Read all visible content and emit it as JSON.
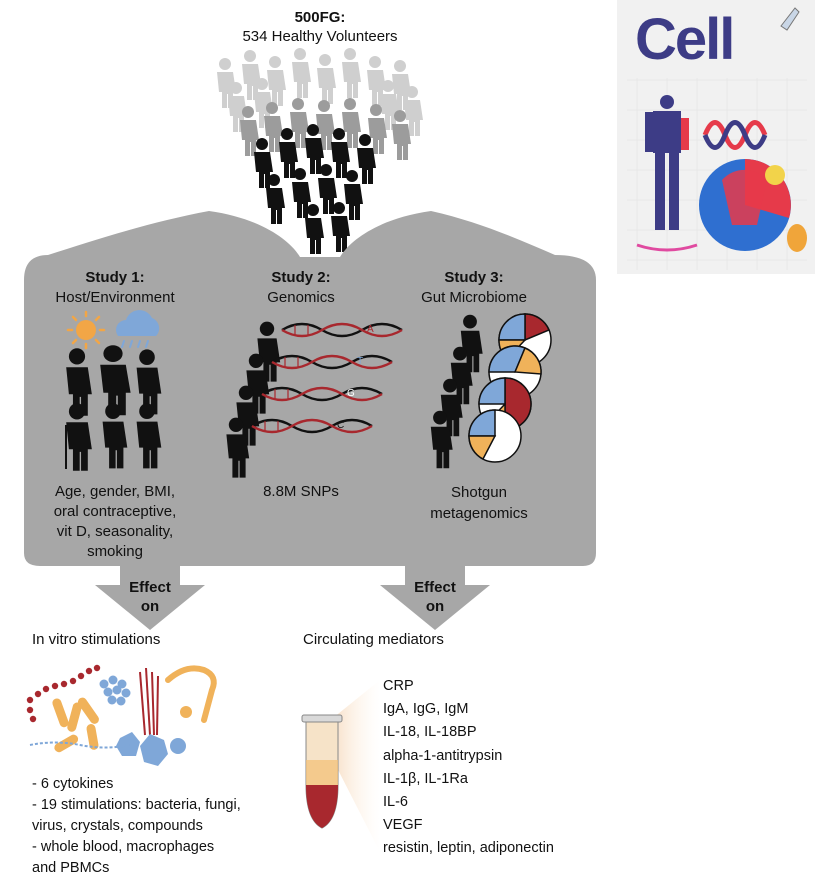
{
  "header": {
    "title": "500FG:",
    "subtitle": "534 Healthy Volunteers"
  },
  "studies": [
    {
      "heading": "Study 1:",
      "topic": "Host/Environment",
      "factors": [
        "Age, gender, BMI,",
        "oral contraceptive,",
        "vit D, seasonality,",
        "smoking"
      ]
    },
    {
      "heading": "Study 2:",
      "topic": "Genomics",
      "factors": [
        "8.8M SNPs"
      ]
    },
    {
      "heading": "Study 3:",
      "topic": "Gut Microbiome",
      "factors": [
        "Shotgun",
        "metagenomics"
      ]
    }
  ],
  "dna_letters": [
    "A",
    "T",
    "G",
    "C"
  ],
  "arrows": [
    {
      "line1": "Effect",
      "line2": "on"
    },
    {
      "line1": "Effect",
      "line2": "on"
    }
  ],
  "outputs": {
    "in_vitro": {
      "title": "In vitro stimulations",
      "items": [
        "- 6 cytokines",
        "- 19 stimulations: bacteria, fungi,",
        "virus, crystals, compounds",
        "- whole blood, macrophages",
        "and PBMCs"
      ]
    },
    "circulating": {
      "title": "Circulating mediators",
      "items": [
        "CRP",
        "IgA, IgG, IgM",
        "IL-18, IL-18BP",
        "alpha-1-antitrypsin",
        "IL-1β, IL-1Ra",
        "IL-6",
        "VEGF",
        "resistin, leptin, adiponectin"
      ]
    }
  },
  "journal_cover": {
    "title": "Cell"
  },
  "colors": {
    "panel": "#a7a7a7",
    "figure": "#111111",
    "crowd_light": "#c8c8c8",
    "pie_blue": "#7fa7d8",
    "pie_red": "#a8282e",
    "pie_orange": "#f0b25a",
    "cover_title": "#3d3c86"
  }
}
